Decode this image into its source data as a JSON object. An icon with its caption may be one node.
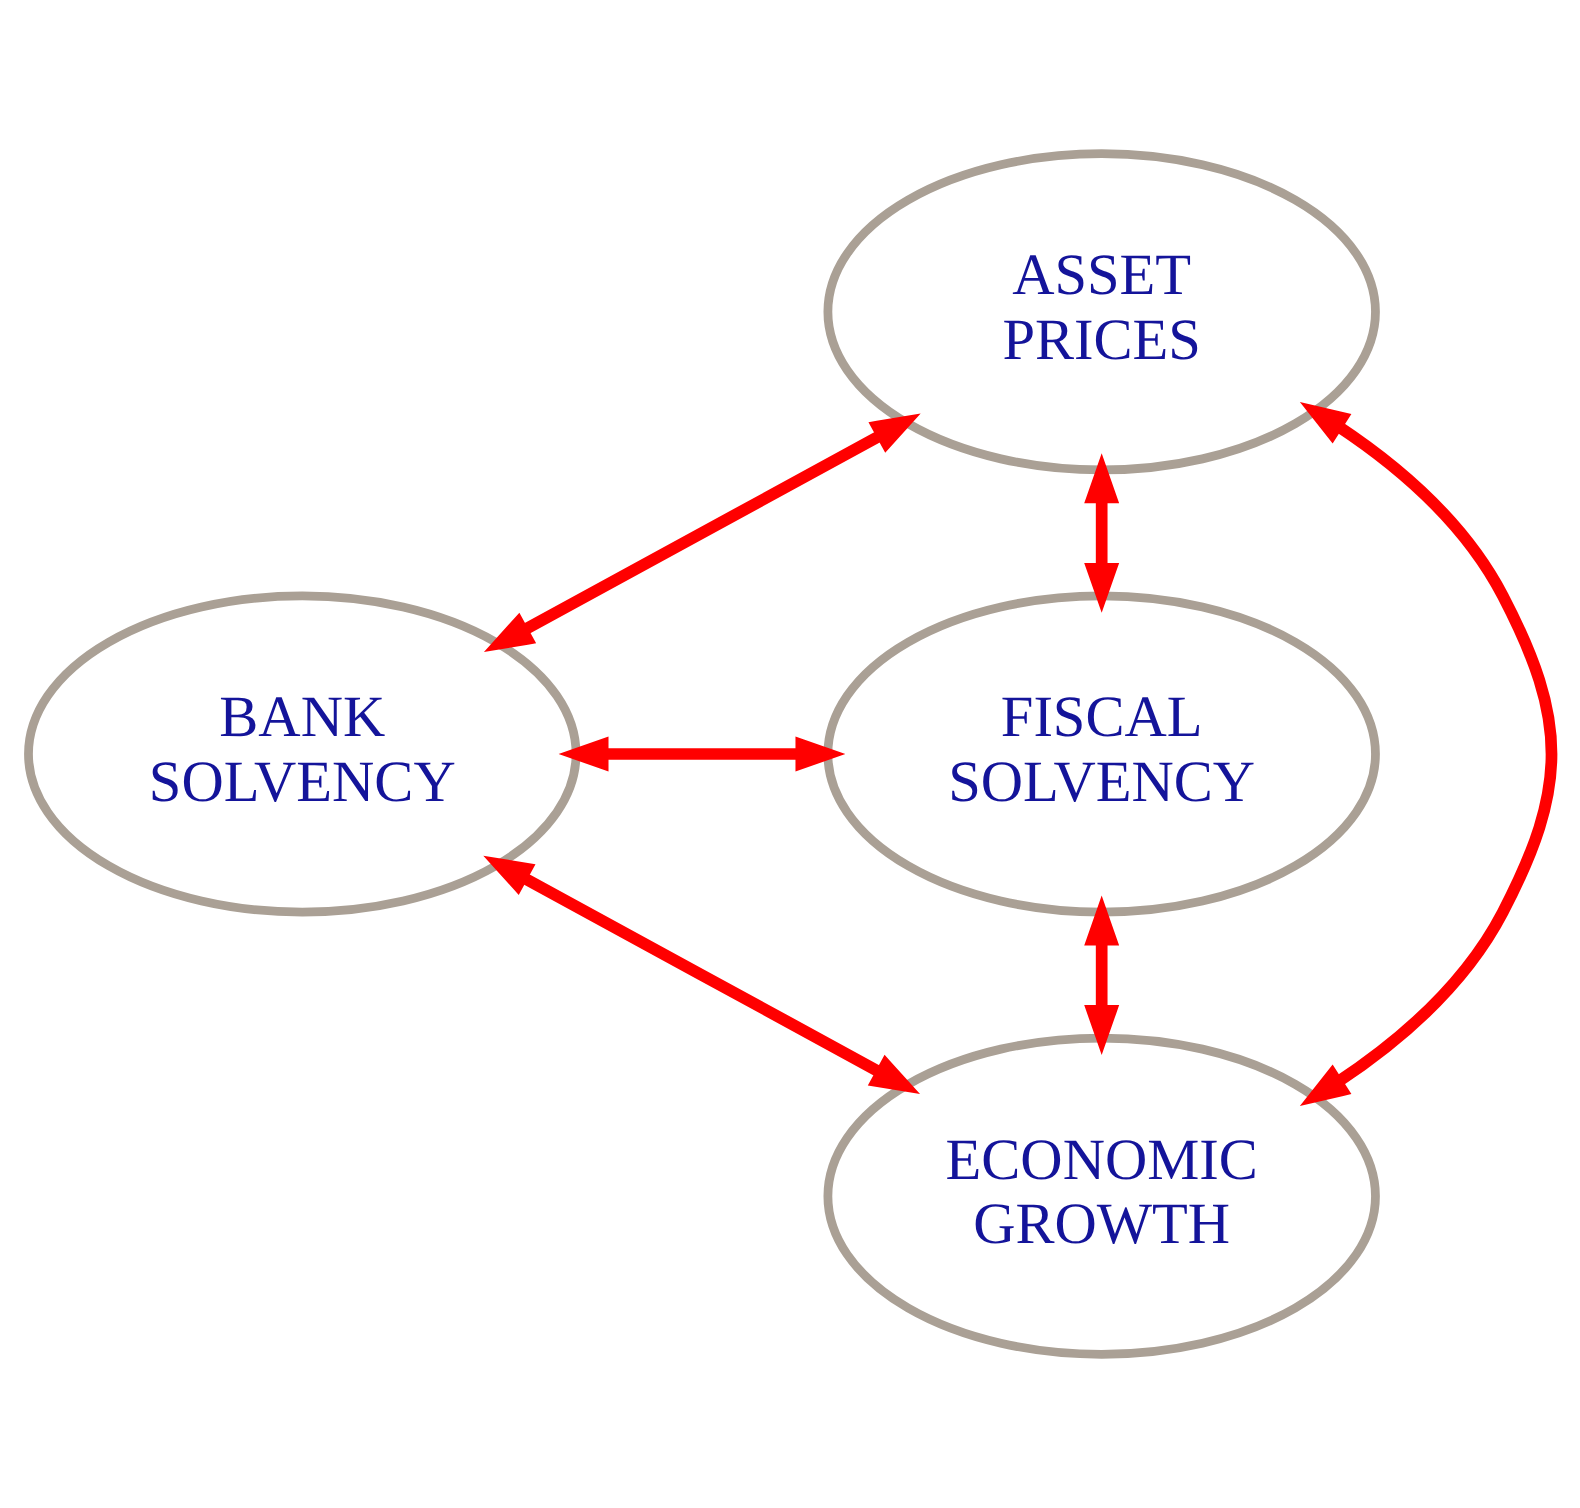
{
  "diagram": {
    "nodes": [
      {
        "text": [
          "ASSET PRICES"
        ]
      },
      {
        "text": [
          "BANK SOLVENCY"
        ]
      },
      {
        "text": [
          "FISCAL SOLVENCY"
        ]
      },
      {
        "text": [
          "ECONOMIC GROWTH"
        ]
      }
    ],
    "edges": [
      {
        "from": 0,
        "to": 1,
        "arrow": "both"
      },
      {
        "from": 0,
        "to": 2,
        "arrow": "both"
      },
      {
        "from": 1,
        "to": 2,
        "arrow": "both"
      },
      {
        "from": 0,
        "to": 3,
        "arrow": "both"
      },
      {
        "from": 1,
        "to": 3,
        "arrow": "both"
      },
      {
        "from": 2,
        "to": 3,
        "arrow": "both"
      }
    ]
  }
}
